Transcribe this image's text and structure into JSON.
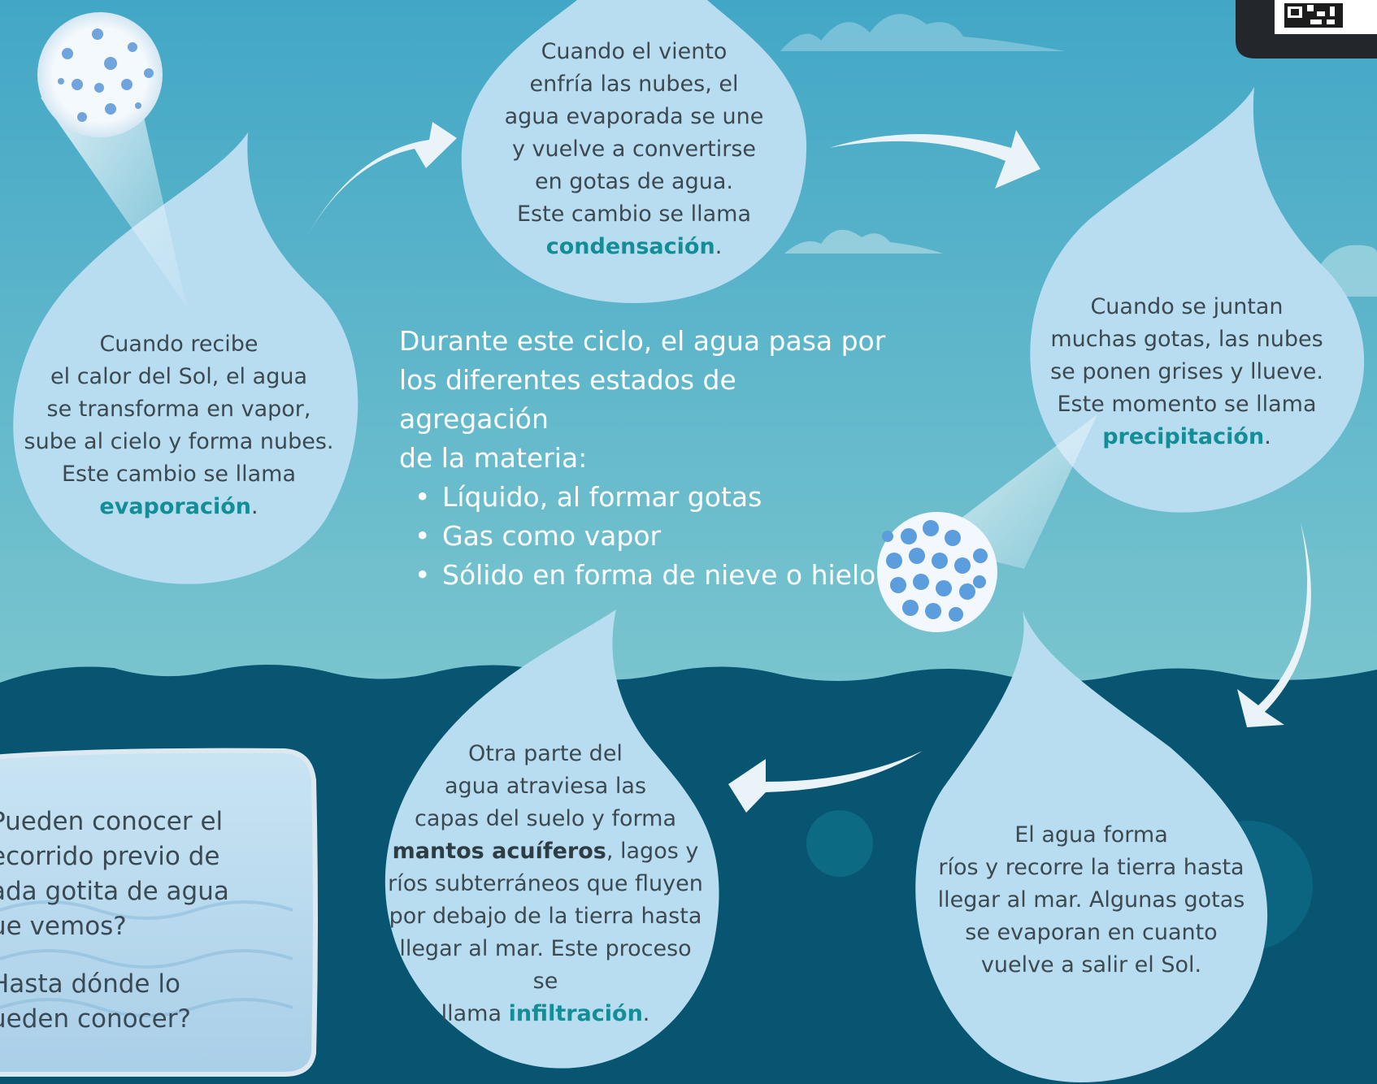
{
  "colors": {
    "sky_top": "#42a7c6",
    "sky_bottom": "#7cc6cf",
    "sea": "#085571",
    "drop": "#b8ddf1",
    "highlight": "#138e96",
    "body_text": "#3c4950"
  },
  "evaporation": {
    "line1": "Cuando recibe",
    "line2": "el calor del Sol, el agua",
    "line3": "se transforma en vapor,",
    "line4": "sube al cielo y forma nubes.",
    "line5": "Este cambio se llama",
    "term": "evaporación",
    "end": "."
  },
  "condensation": {
    "line1": "Cuando el viento",
    "line2": "enfría las nubes, el",
    "line3": "agua evaporada se une",
    "line4": "y vuelve a convertirse",
    "line5": "en gotas de agua.",
    "line6": "Este cambio se llama",
    "term": "condensación",
    "end": "."
  },
  "precipitation": {
    "line1": "Cuando se juntan",
    "line2": "muchas gotas, las nubes",
    "line3": "se ponen grises y llueve.",
    "line4": "Este momento se llama",
    "term": "precipitación",
    "end": "."
  },
  "runoff": {
    "line1": "El agua forma",
    "line2": "ríos y recorre la tierra hasta",
    "line3": "llegar al mar. Algunas gotas",
    "line4": "se evaporan en cuanto",
    "line5": "vuelve a salir el Sol."
  },
  "infiltration": {
    "line1": "Otra parte del",
    "line2": "agua atraviesa las",
    "line3": "capas del suelo y forma",
    "bold": "mantos acuíferos",
    "line4_rest": ", lagos y",
    "line5": "ríos subterráneos que fluyen",
    "line6": "por debajo de la tierra hasta",
    "line7": "llegar al mar. Este proceso se",
    "line8_pre": "llama ",
    "term": "infiltración",
    "end": "."
  },
  "intro": {
    "line1": "Durante este ciclo, el agua pasa por",
    "line2": "los diferentes estados de agregación",
    "line3": "de la materia:"
  },
  "states": [
    "Líquido, al formar gotas",
    "Gas como vapor",
    "Sólido en forma de nieve o hielo"
  ],
  "questions": {
    "q1_line1": "Pueden conocer el",
    "q1_line2": "ecorrido previo de",
    "q1_line3": "ada gotita de agua",
    "q1_line4": "ue vemos?",
    "q2_line1": "Hasta dónde lo",
    "q2_line2": "ueden conocer?"
  }
}
